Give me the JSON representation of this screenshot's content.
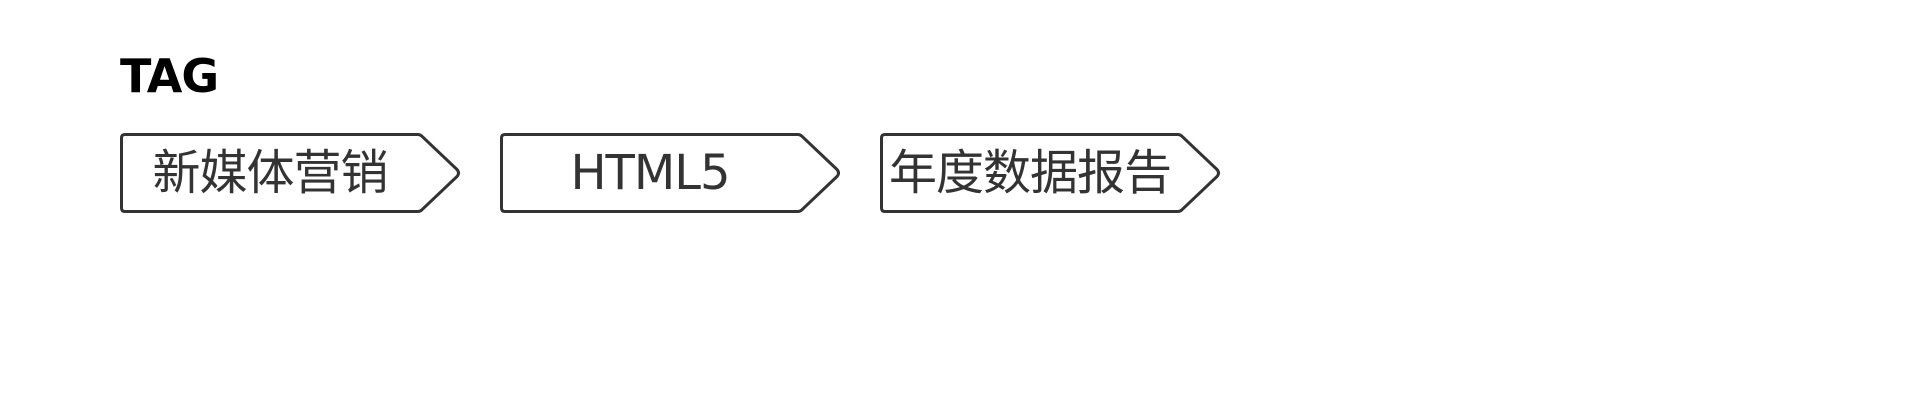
{
  "section": {
    "title": "TAG"
  },
  "tags": [
    {
      "label": "新媒体营销"
    },
    {
      "label": "HTML5"
    },
    {
      "label": "年度数据报告"
    }
  ],
  "colors": {
    "tag_border": "#333333",
    "tag_text": "#333333",
    "title_text": "#000000",
    "background": "#ffffff"
  }
}
